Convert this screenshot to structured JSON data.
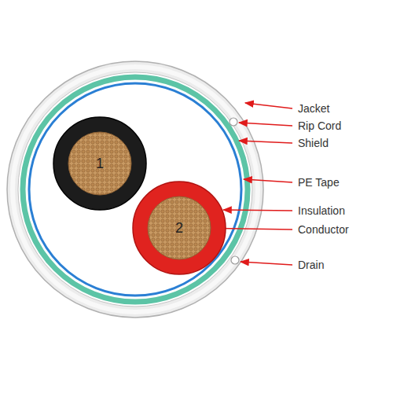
{
  "diagram": {
    "nodes": [
      {
        "text": [
          "1"
        ]
      },
      {
        "text": [
          "2"
        ]
      }
    ],
    "labels": [
      "Jacket",
      "Rip Cord",
      "Shield",
      "PE Tape",
      "Insulation",
      "Conductor",
      "Drain"
    ]
  }
}
